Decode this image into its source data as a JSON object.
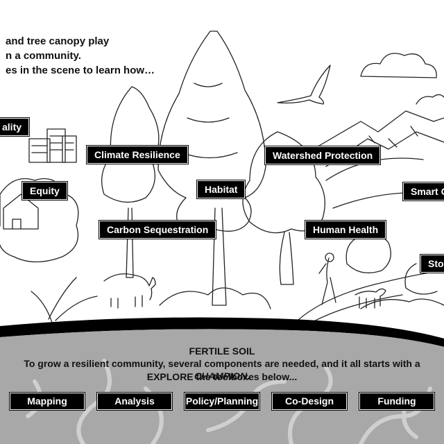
{
  "intro": {
    "line1": "and tree canopy play",
    "line2": "n a community.",
    "line3": "es in the scene to learn how…"
  },
  "scene_labels": {
    "quality": "ality",
    "climate_resilience": "Climate Resilience",
    "watershed_protection": "Watershed Protection",
    "equity": "Equity",
    "habitat": "Habitat",
    "smart_growth": "Smart Gr",
    "carbon_sequestration": "Carbon Sequestration",
    "human_health": "Human Health",
    "stormwater": "Sto"
  },
  "soil": {
    "heading": "FERTILE SOIL",
    "body_pre": "To grow a resilient community, several components are needed, and it all starts with a ",
    "body_emph": "CHAMPION",
    "body_post": ".",
    "explore": "EXPLORE the toolboxes below..."
  },
  "toolboxes": [
    "Mapping",
    "Analysis",
    "Policy/Planning",
    "Co-Design",
    "Funding"
  ],
  "colors": {
    "label_bg": "#000000",
    "label_fg": "#ffffff",
    "soil_bg": "#a8a8a8",
    "ground_band": "#000000"
  }
}
